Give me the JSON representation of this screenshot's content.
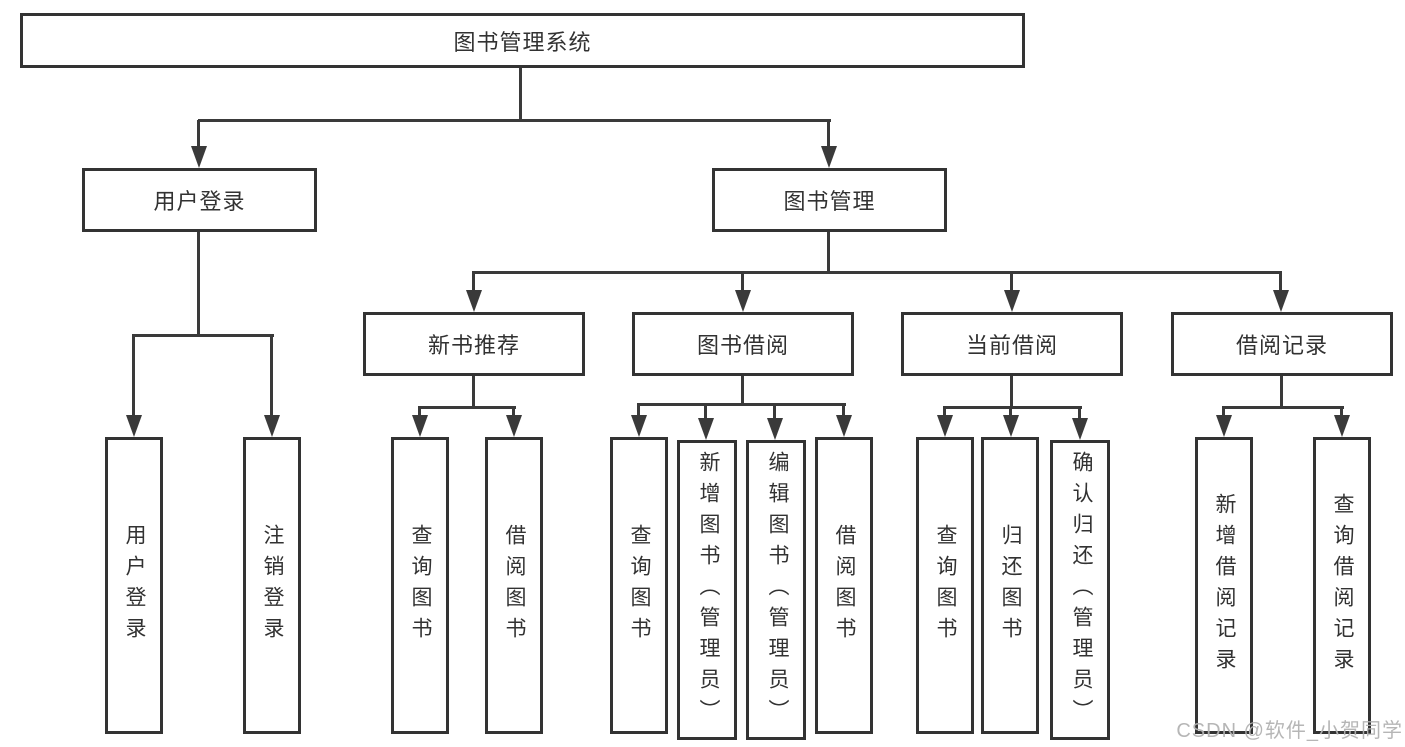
{
  "diagram_title": "图书管理系统",
  "colors": {
    "line": "#3a3a3a",
    "box_border": "#333333",
    "text": "#323232",
    "watermark": "#b2b2b2"
  },
  "tree": {
    "root": {
      "label": "图书管理系统"
    },
    "branches": [
      {
        "label": "用户登录",
        "children": [
          {
            "label": "用户登录"
          },
          {
            "label": "注销登录"
          }
        ]
      },
      {
        "label": "图书管理",
        "children": [
          {
            "label": "新书推荐",
            "children": [
              {
                "label": "查询图书"
              },
              {
                "label": "借阅图书"
              }
            ]
          },
          {
            "label": "图书借阅",
            "children": [
              {
                "label": "查询图书"
              },
              {
                "label": "新增图书（管理员）"
              },
              {
                "label": "编辑图书（管理员）"
              },
              {
                "label": "借阅图书"
              }
            ]
          },
          {
            "label": "当前借阅",
            "children": [
              {
                "label": "查询图书"
              },
              {
                "label": "归还图书"
              },
              {
                "label": "确认归还（管理员）"
              }
            ]
          },
          {
            "label": "借阅记录",
            "children": [
              {
                "label": "新增借阅记录"
              },
              {
                "label": "查询借阅记录"
              }
            ]
          }
        ]
      }
    ]
  },
  "watermark": {
    "text": "CSDN @软件_小贺同学"
  }
}
